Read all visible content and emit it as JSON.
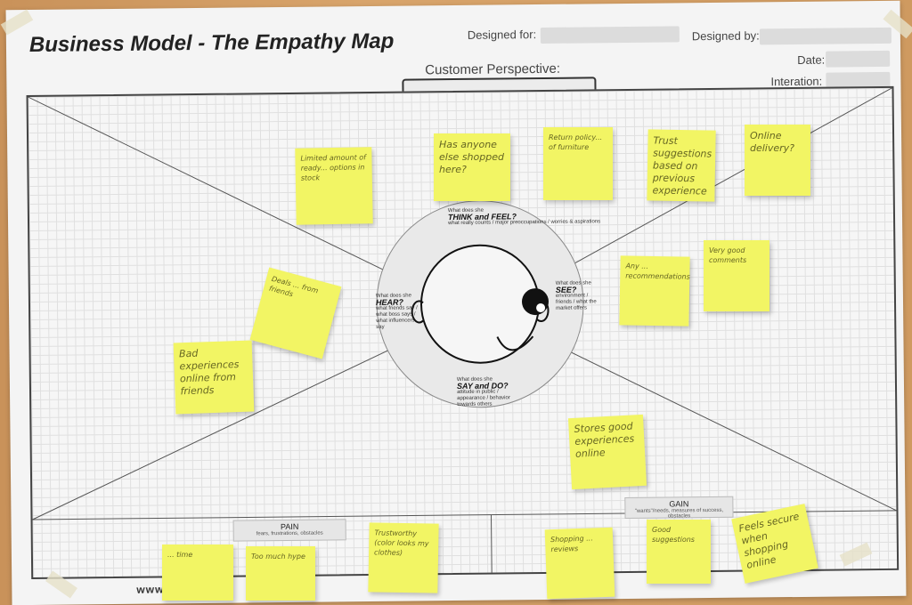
{
  "poster": {
    "title": "Business Model - The Empathy Map",
    "designed_for_label": "Designed for:",
    "designed_by_label": "Designed by:",
    "date_label": "Date:",
    "iteration_label": "Interation:",
    "customer_perspective_label": "Customer Perspective:",
    "website": "www."
  },
  "quadrants": {
    "think": {
      "question": "What does she",
      "heading": "THINK and FEEL?",
      "hints": "what really counts / major preoccupations / worries & aspirations"
    },
    "hear": {
      "question": "What does she",
      "heading": "HEAR?",
      "hints": "what friends say / what boss says / what influencers say"
    },
    "see": {
      "question": "What does she",
      "heading": "SEE?",
      "hints": "environment / friends / what the market offers"
    },
    "say": {
      "question": "What does she",
      "heading": "SAY and DO?",
      "hints": "attitude in public / appearance / behavior towards others"
    }
  },
  "bottom": {
    "pain": {
      "title": "PAIN",
      "sub": "fears, frustrations, obstacles"
    },
    "gain": {
      "title": "GAIN",
      "sub": "\"wants\"/needs, measures of success, obstacles"
    }
  },
  "stickies": [
    {
      "text": "Limited amount of ready... options in stock"
    },
    {
      "text": "Has anyone else shopped here?"
    },
    {
      "text": "Return policy... of furniture"
    },
    {
      "text": "Trust suggestions based on previous experience"
    },
    {
      "text": "Online delivery?"
    },
    {
      "text": "Any ... recommendations"
    },
    {
      "text": "Very good comments"
    },
    {
      "text": "Deals ... from friends"
    },
    {
      "text": "Bad experiences online from friends"
    },
    {
      "text": "Stores good experiences online"
    },
    {
      "text": "... time"
    },
    {
      "text": "Too much hype"
    },
    {
      "text": "Trustworthy (color looks my clothes)"
    },
    {
      "text": "Shopping ... reviews"
    },
    {
      "text": "Good suggestions"
    },
    {
      "text": "Feels secure when shopping online"
    }
  ],
  "colors": {
    "sticky": "#f2f564",
    "wall": "#d8a46b",
    "paper": "#f4f4f4"
  }
}
